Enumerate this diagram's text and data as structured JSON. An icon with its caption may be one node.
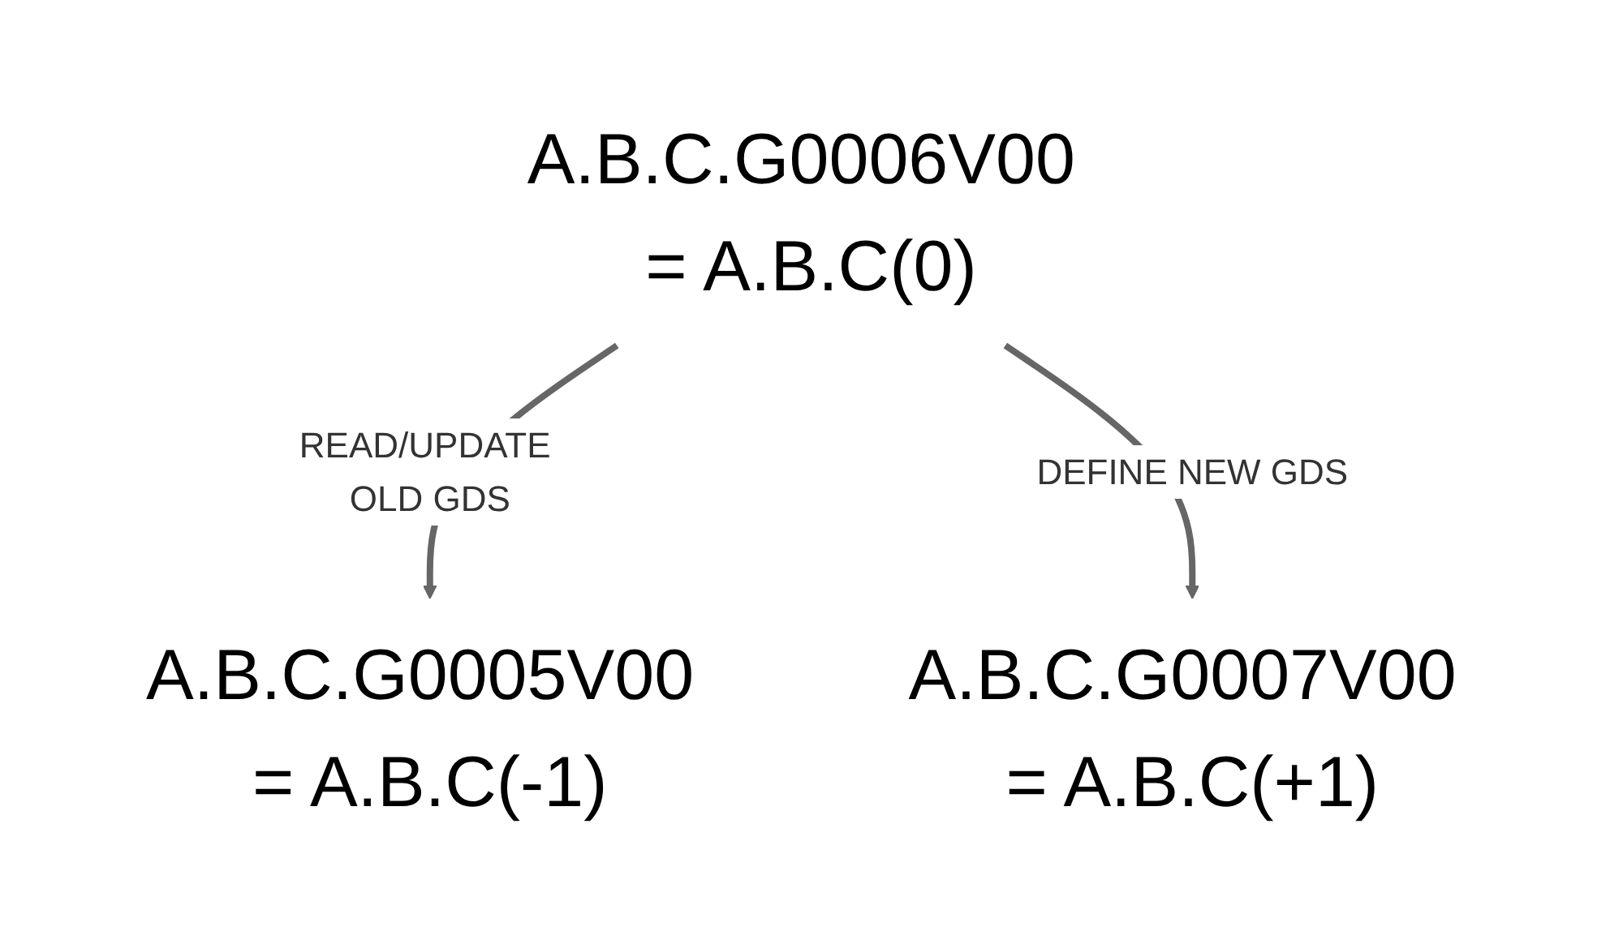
{
  "diagram": {
    "nodes": [
      {
        "text": [
          "A.B.C.G0005V00 = A.B.C(-1)"
        ]
      },
      {
        "text": [
          "A.B.C.G0006V00 = A.B.C(0)"
        ]
      },
      {
        "text": [
          "A.B.C.G0007V00 = A.B.C(+1)"
        ]
      }
    ],
    "edges": [
      {
        "from": 1,
        "to": 0,
        "arrow": "to",
        "label": "READ/UPDATE OLD GDS"
      },
      {
        "from": 1,
        "to": 2,
        "arrow": "to",
        "label": "DEFINE NEW GDS"
      }
    ]
  }
}
